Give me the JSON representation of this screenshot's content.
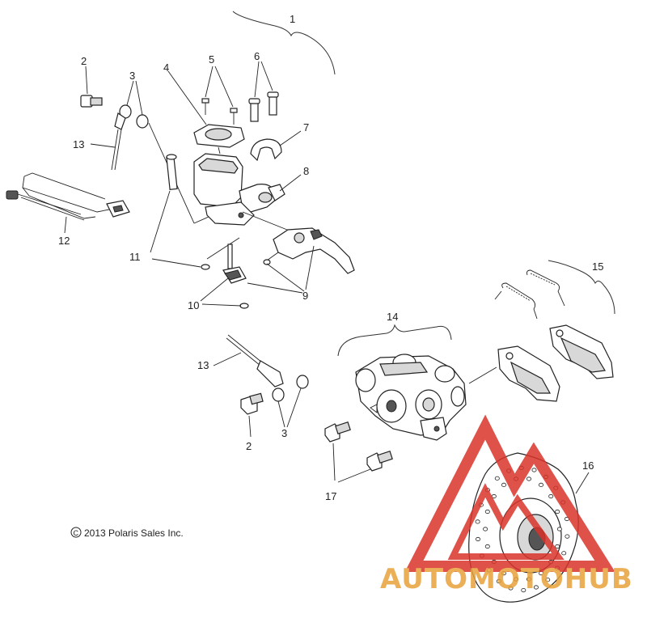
{
  "copyright": "2013 Polaris Sales Inc.",
  "callouts": [
    "1",
    "2",
    "3",
    "4",
    "5",
    "6",
    "7",
    "8",
    "9",
    "10",
    "11",
    "12",
    "13",
    "14",
    "15",
    "16",
    "17"
  ],
  "watermark": {
    "text": "AUTOMOTOHUB",
    "color_main": "#e8a33a",
    "color_logo": "#d9342b"
  }
}
